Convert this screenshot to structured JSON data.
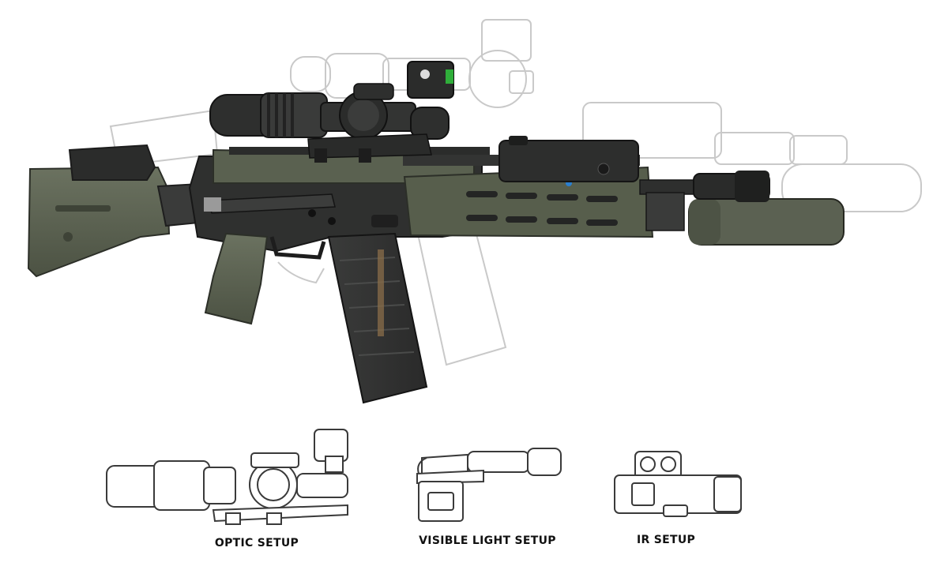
{
  "captions": {
    "optic": "OPTIC SETUP",
    "visible_light": "VISIBLE LIGHT SETUP",
    "ir": "IR SETUP"
  },
  "colors": {
    "olive_furniture": "#5c6350",
    "olive_dark": "#474d3e",
    "receiver_black": "#2b2c2b",
    "rail_dark": "#393a39",
    "ghost_outline": "#c9c9c9",
    "lineart": "#3a3a3a",
    "scope_lens_green": "#2fae3a",
    "accent_blue": "#2a7fd0"
  }
}
